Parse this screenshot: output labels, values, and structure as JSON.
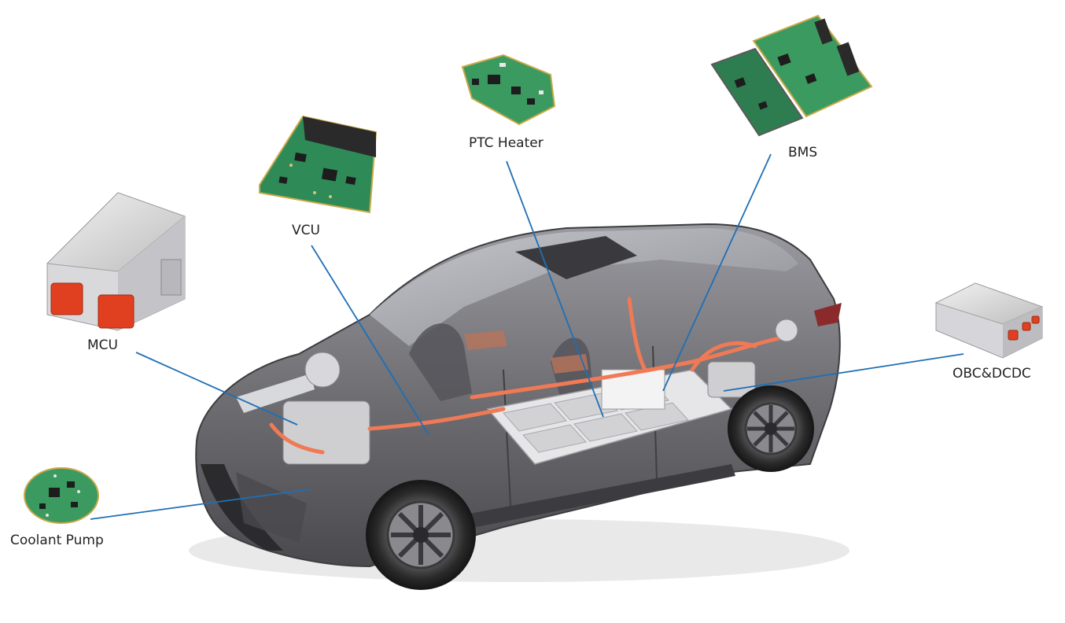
{
  "components": [
    {
      "id": "mcu",
      "label": "MCU",
      "icon": "inverter-module-icon"
    },
    {
      "id": "vcu",
      "label": "VCU",
      "icon": "pcb-board-icon"
    },
    {
      "id": "ptc",
      "label": "PTC Heater",
      "icon": "pcb-board-icon"
    },
    {
      "id": "bms",
      "label": "BMS",
      "icon": "pcb-board-pair-icon"
    },
    {
      "id": "obc",
      "label": "OBC&DCDC",
      "icon": "charger-module-icon"
    },
    {
      "id": "pump",
      "label": "Coolant Pump",
      "icon": "round-pcb-icon"
    }
  ],
  "colors": {
    "leader_line": "#1f6fb5",
    "pcb_green": "#2e8b57",
    "connector_red": "#e04020",
    "car_body": "#6e6e73",
    "hv_cable": "#ef7a55"
  }
}
